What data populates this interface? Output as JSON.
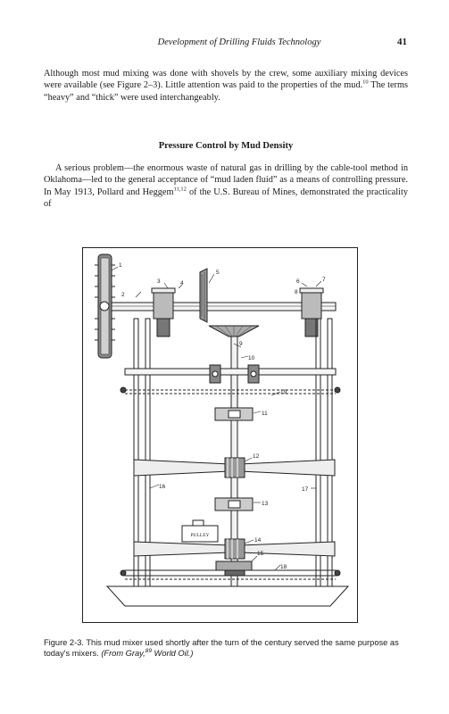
{
  "header": {
    "running_title": "Development of Drilling Fluids Technology",
    "page_number": "41"
  },
  "paragraphs": {
    "p1": "Although most mud mixing was done with shovels by the crew, some auxiliary mixing devices were available (see Figure 2–3). Little attention was paid to the properties of the mud.",
    "p1_ref": "10",
    "p1_tail": " The terms “heavy” and “thick” were used interchangeably.",
    "section_heading": "Pressure Control by Mud Density",
    "p2_a": "A serious problem—the enormous waste of natural gas in drilling by the cable-tool method in Oklahoma—led to the general acceptance of “mud laden fluid” as a means of controlling pressure. In May 1913, Pollard and Heggem",
    "p2_ref": "11,12",
    "p2_b": " of the U.S. Bureau of Mines, demonstrated the practicality of"
  },
  "figure": {
    "callouts": [
      "1",
      "2",
      "3",
      "4",
      "5",
      "6",
      "7",
      "8",
      "9",
      "10",
      "11",
      "12",
      "13",
      "14",
      "15",
      "16",
      "17",
      "18",
      "19"
    ],
    "pulley_label": "PULLEY"
  },
  "caption": {
    "text": "Figure 2-3. This mud mixer used shortly after the turn of the century served the same purpose as today's mixers.",
    "source_open": "(From Gray,",
    "source_ref": "89",
    "source_close": " World Oil.)"
  }
}
